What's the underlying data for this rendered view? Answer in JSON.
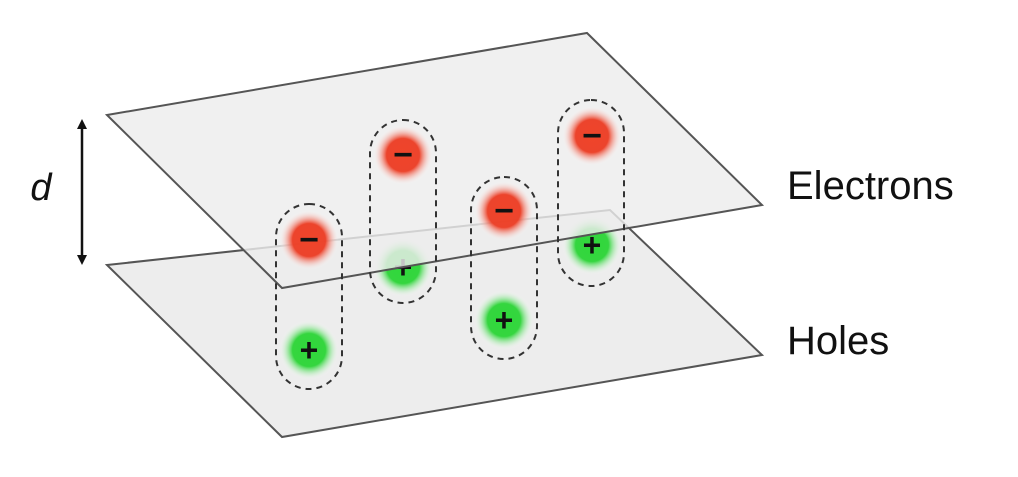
{
  "labels": {
    "separation": "d",
    "electrons_layer": "Electrons",
    "holes_layer": "Holes"
  },
  "charges": {
    "electron_sign": "−",
    "hole_sign": "+"
  },
  "colors": {
    "plane_fill": "#ededed",
    "plane_edge": "#555555",
    "electron": "#e8391f",
    "hole": "#22d12e",
    "outline": "#333333"
  },
  "pairs": [
    {
      "electron": "−",
      "hole": "+"
    },
    {
      "electron": "−",
      "hole": "+"
    },
    {
      "electron": "−",
      "hole": "+"
    },
    {
      "electron": "−",
      "hole": "+"
    }
  ]
}
